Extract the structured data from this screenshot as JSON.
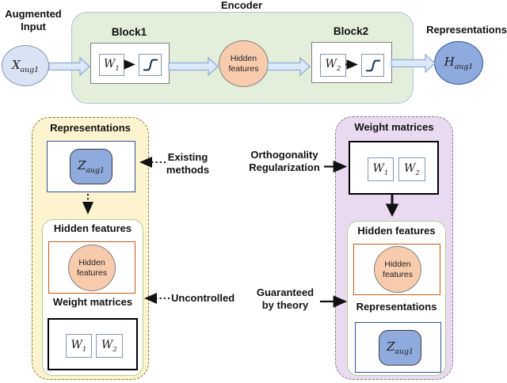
{
  "encoder": {
    "title": "Encoder",
    "input_label": "Augmented Input",
    "input_node": {
      "base": "X",
      "sub": "aug1"
    },
    "block1": {
      "label": "Block1",
      "weight": {
        "base": "W",
        "sub": "1"
      }
    },
    "block2": {
      "label": "Block2",
      "weight": {
        "base": "W",
        "sub": "2"
      }
    },
    "hidden_node_label": "Hidden features",
    "output_label": "Representations",
    "output_node": {
      "base": "H",
      "sub": "aug1"
    }
  },
  "left_panel": {
    "representations_title": "Representations",
    "z_node": {
      "base": "Z",
      "sub": "aug1"
    },
    "hidden_title": "Hidden features",
    "hidden_node_label": "Hidden features",
    "weights_title": "Weight matrices",
    "w1": {
      "base": "W",
      "sub": "1"
    },
    "w2": {
      "base": "W",
      "sub": "2"
    }
  },
  "right_panel": {
    "weights_title": "Weight matrices",
    "w1": {
      "base": "W",
      "sub": "1"
    },
    "w2": {
      "base": "W",
      "sub": "2"
    },
    "hidden_title": "Hidden features",
    "hidden_node_label": "Hidden features",
    "representations_title": "Representations",
    "z_node": {
      "base": "Z",
      "sub": "aug1"
    }
  },
  "annotations": {
    "existing_methods": "Existing methods",
    "uncontrolled": "Uncontrolled",
    "orthogonality_regularization": "Orthogonality Regularization",
    "guaranteed_by_theory": "Guaranteed by theory"
  },
  "colors": {
    "encoder_fill": "#e3efda",
    "encoder_border": "#a9c3dd",
    "input_node_fill": "#dae3f3",
    "input_node_border": "#8496b0",
    "hidden_node_fill": "#f8cbad",
    "hidden_node_border": "#7f7f7f",
    "rep_node_fill": "#8faadc",
    "rep_node_border": "#2f5597",
    "left_panel_fill": "#fdf3cf",
    "left_panel_border": "#8a762d",
    "right_panel_fill": "#e9daf1",
    "right_panel_border": "#7f7f7f",
    "green_box_border": "#a9d18e",
    "orange_frame_border": "#c55a11",
    "navy_frame_border": "#2f5597",
    "block_arrow_fill": "#dce9f7",
    "block_arrow_border": "#8faadc"
  }
}
